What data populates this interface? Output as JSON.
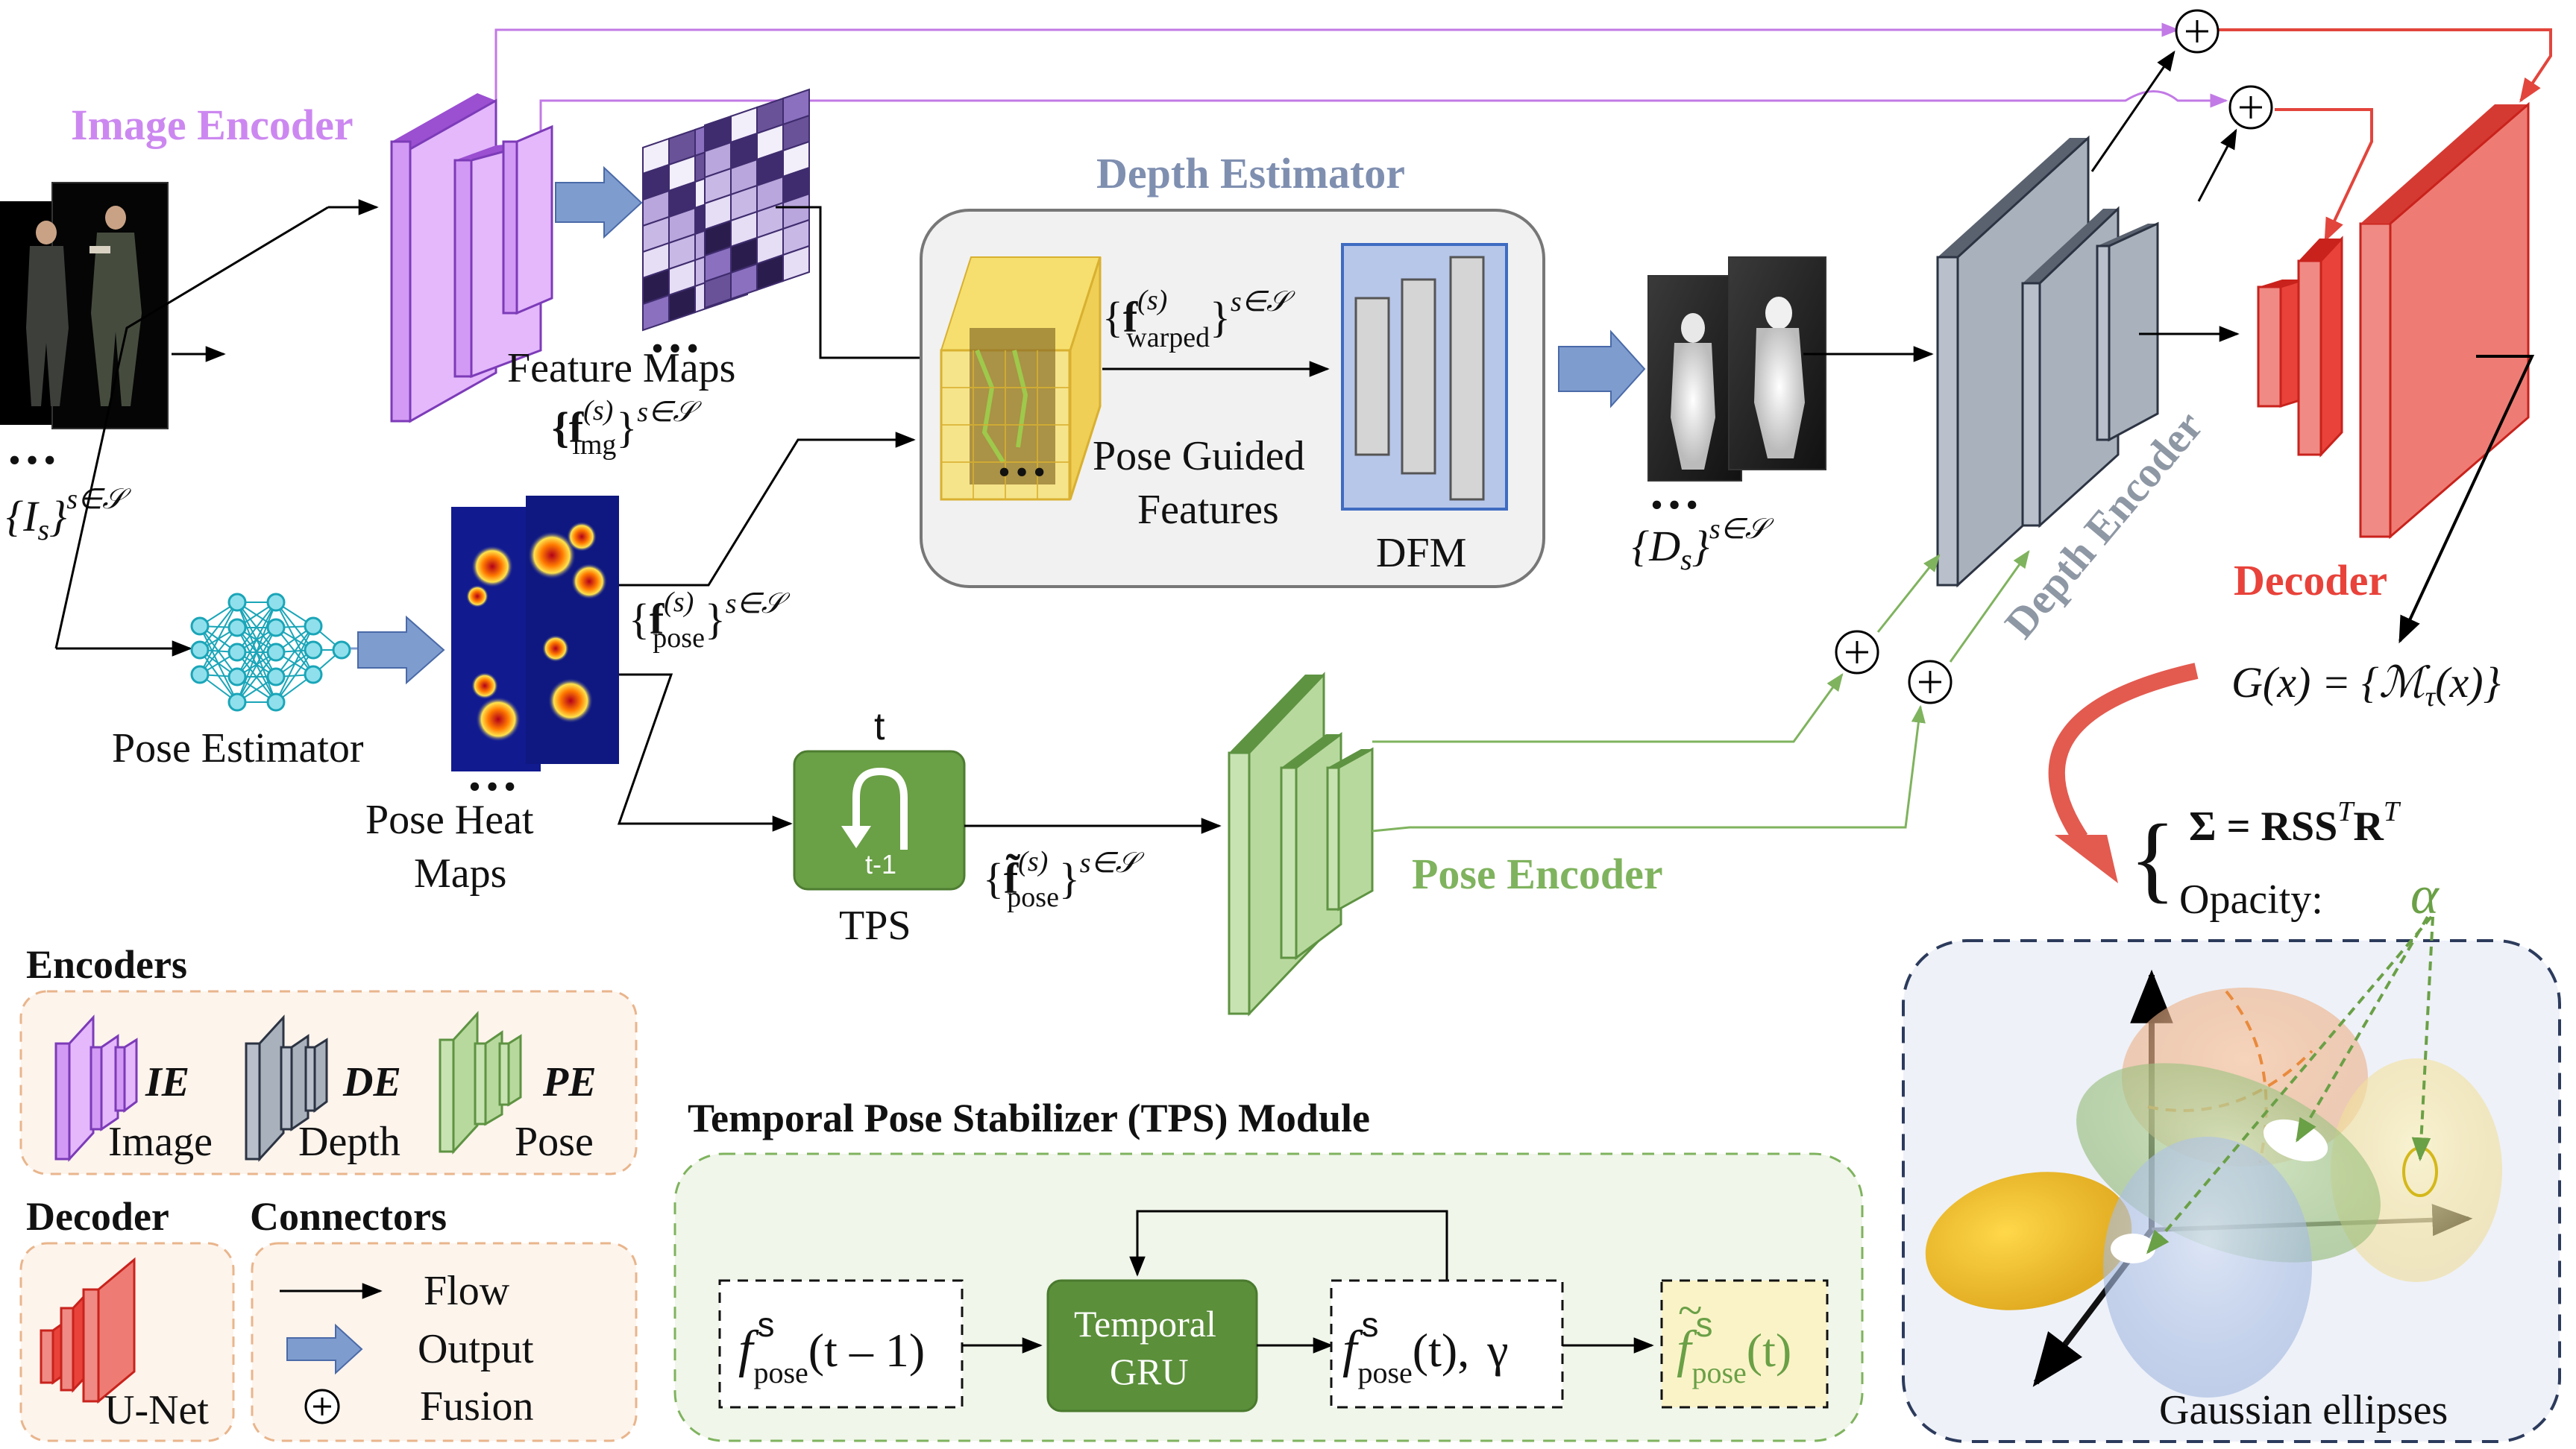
{
  "colors": {
    "image_encoder": "#cc88f0",
    "depth_encoder": "#8e97a4",
    "pose_encoder": "#7fb35e",
    "decoder": "#e8423a",
    "depth_estimator_title": "#7f8fb0",
    "fusion_arrow_red": "#e2453c",
    "fusion_arrow_purple": "#c27ae6",
    "fusion_arrow_green": "#7fb35e",
    "tps_green": "#6aa046",
    "gru_green": "#5b8f3a",
    "output_arrow_blue": "#7f9ccf",
    "dfm_blue": "#b7c7ea"
  },
  "labels": {
    "image_encoder": "Image Encoder",
    "depth_estimator": "Depth Estimator",
    "feature_maps": "Feature Maps",
    "feature_maps_math": "{f",
    "f_img_sub": "img",
    "s_sup": "(s)",
    "set_sup": "s∈𝒮",
    "input_images": "{I",
    "input_images_sub": "s",
    "warped_sub": "warped",
    "pose_guided_1": "Pose Guided",
    "pose_guided_2": "Features",
    "dfm": "DFM",
    "depth_maps": "{D",
    "depth_maps_sub": "s",
    "depth_encoder": "Depth Encoder",
    "decoder": "Decoder",
    "pose_estimator": "Pose Estimator",
    "pose_heat_1": "Pose Heat",
    "pose_heat_2": "Maps",
    "pose_sub": "pose",
    "tps": "TPS",
    "tps_t": "t",
    "tps_t1": "t-1",
    "pose_encoder": "Pose Encoder",
    "gx_formula": "G(x) = {ℳ",
    "gx_sub": "τ",
    "gx_end": "(x)}",
    "sigma_formula": "Σ = RSS",
    "sigma_T": "T",
    "sigma_R": "R",
    "opacity": "Opacity:",
    "alpha": "α",
    "gaussian_ellipses": "Gaussian ellipses",
    "dots": "…"
  },
  "legend": {
    "encoders_title": "Encoders",
    "ie_abbr": "IE",
    "ie_name": "Image",
    "de_abbr": "DE",
    "de_name": "Depth",
    "pe_abbr": "PE",
    "pe_name": "Pose",
    "decoder_title": "Decoder",
    "decoder_name": "U-Net",
    "connectors_title": "Connectors",
    "flow": "Flow",
    "output": "Output",
    "fusion": "Fusion"
  },
  "tps_module": {
    "title": "Temporal Pose Stabilizer (TPS) Module",
    "input_f": "f",
    "input_sup": "s",
    "input_sub": "pose",
    "input_arg": "(t – 1)",
    "gru_1": "Temporal",
    "gru_2": "GRU",
    "mid_arg": "(t),",
    "gamma": "γ",
    "out_f": "f",
    "out_tilde": "~",
    "out_arg": "(t)"
  }
}
